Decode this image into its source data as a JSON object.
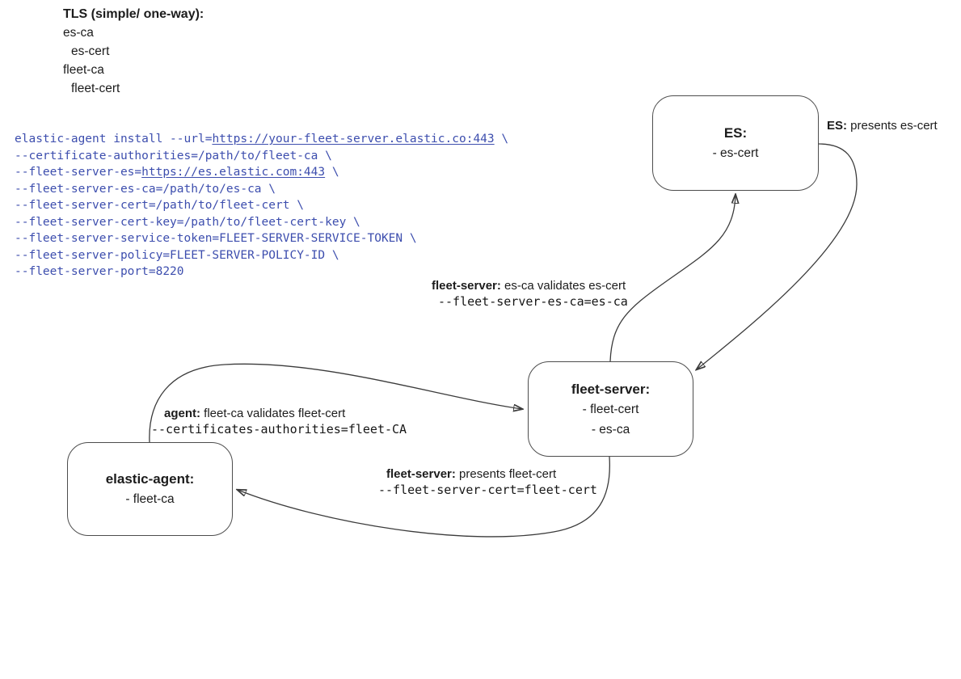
{
  "colors": {
    "background": "#ffffff",
    "diagram_text": "#1c1c1c",
    "command_text": "#3d4eae",
    "connector_line": "#3b3b3b",
    "node_border": "#4d4d4d"
  },
  "tls_legend": {
    "title": "TLS (simple/ one-way):",
    "items": [
      "es-ca",
      "es-cert",
      "fleet-ca",
      "fleet-cert"
    ]
  },
  "command": {
    "lines": [
      [
        {
          "t": "elastic-agent install --url="
        },
        {
          "t": "https://your-fleet-server.elastic.co:443",
          "link": true
        },
        {
          "t": " \\"
        }
      ],
      [
        {
          "t": "--certificate-authorities=/path/to/fleet-ca \\"
        }
      ],
      [
        {
          "t": "--fleet-server-es="
        },
        {
          "t": "https://es.elastic.com:443",
          "link": true
        },
        {
          "t": " \\"
        }
      ],
      [
        {
          "t": "--fleet-server-es-ca=/path/to/es-ca \\"
        }
      ],
      [
        {
          "t": "--fleet-server-cert=/path/to/fleet-cert \\"
        }
      ],
      [
        {
          "t": "--fleet-server-cert-key=/path/to/fleet-cert-key \\"
        }
      ],
      [
        {
          "t": "--fleet-server-service-token=FLEET-SERVER-SERVICE-TOKEN \\"
        }
      ],
      [
        {
          "t": "--fleet-server-policy=FLEET-SERVER-POLICY-ID \\"
        }
      ],
      [
        {
          "t": "--fleet-server-port=8220"
        }
      ]
    ]
  },
  "nodes": {
    "es": {
      "title": "ES:",
      "items": [
        "- es-cert"
      ]
    },
    "fleet_server": {
      "title": "fleet-server:",
      "items": [
        "- fleet-cert",
        "- es-ca"
      ]
    },
    "elastic_agent": {
      "title": "elastic-agent:",
      "items": [
        "- fleet-ca"
      ]
    }
  },
  "edge_labels": {
    "es_presents": {
      "bold": "ES:",
      "rest": " presents es-cert"
    },
    "fleet_validates": {
      "bold": "fleet-server:",
      "rest": " es-ca validates es-cert",
      "code": "--fleet-server-es-ca=es-ca"
    },
    "agent_validates": {
      "bold": "agent:",
      "rest": " fleet-ca validates fleet-cert",
      "code": "--certificates-authorities=fleet-CA"
    },
    "fleet_presents": {
      "bold": "fleet-server:",
      "rest": " presents fleet-cert",
      "code": "--fleet-server-cert=fleet-cert"
    }
  },
  "edges": [
    {
      "from": "ES",
      "to": "fleet-server",
      "label": "ES: presents es-cert"
    },
    {
      "from": "fleet-server",
      "to": "ES",
      "label": "fleet-server: es-ca validates es-cert"
    },
    {
      "from": "elastic-agent",
      "to": "fleet-server",
      "label": "agent: fleet-ca validates fleet-cert"
    },
    {
      "from": "fleet-server",
      "to": "elastic-agent",
      "label": "fleet-server: presents fleet-cert"
    }
  ]
}
